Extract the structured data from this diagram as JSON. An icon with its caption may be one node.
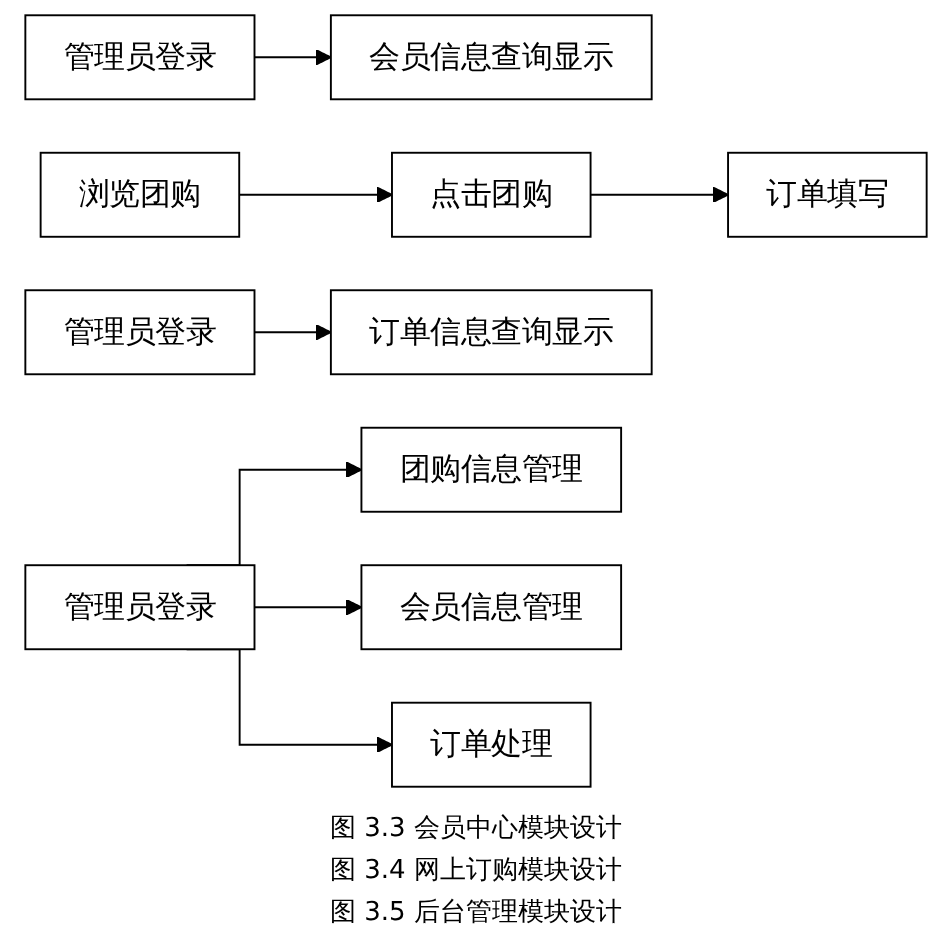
{
  "diagram": {
    "nodes": [
      {
        "text": [
          "管理员登录"
        ]
      },
      {
        "text": [
          "会员信息查询显示"
        ]
      },
      {
        "text": [
          "浏览团购"
        ]
      },
      {
        "text": [
          "点击团购"
        ]
      },
      {
        "text": [
          "订单填写"
        ]
      },
      {
        "text": [
          "管理员登录"
        ]
      },
      {
        "text": [
          "订单信息查询显示"
        ]
      },
      {
        "text": [
          "管理员登录"
        ]
      },
      {
        "text": [
          "团购信息管理"
        ]
      },
      {
        "text": [
          "会员信息管理"
        ]
      },
      {
        "text": [
          "订单处理"
        ]
      }
    ],
    "edges": [
      {
        "from": 0,
        "to": 1,
        "arrow": "to"
      },
      {
        "from": 2,
        "to": 3,
        "arrow": "to"
      },
      {
        "from": 3,
        "to": 4,
        "arrow": "to"
      },
      {
        "from": 5,
        "to": 6,
        "arrow": "to"
      },
      {
        "from": 7,
        "to": 8,
        "arrow": "to"
      },
      {
        "from": 7,
        "to": 9,
        "arrow": "to"
      },
      {
        "from": 7,
        "to": 10,
        "arrow": "to"
      }
    ],
    "labels": [
      "图 3.3 会员中心模块设计",
      "图 3.4 网上订购模块设计",
      "图 3.5 后台管理模块设计"
    ]
  }
}
